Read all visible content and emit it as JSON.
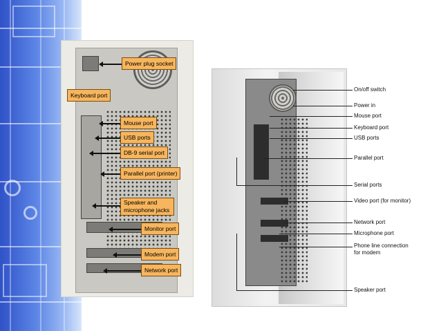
{
  "left_labels": [
    {
      "id": "power-plug-socket",
      "text": "Power plug socket"
    },
    {
      "id": "keyboard-port",
      "text": "Keyboard port"
    },
    {
      "id": "mouse-port",
      "text": "Mouse port"
    },
    {
      "id": "usb-ports",
      "text": "USB ports"
    },
    {
      "id": "db9-serial-port",
      "text": "DB-9 serial port"
    },
    {
      "id": "parallel-port",
      "text": "Parallel port (printer)"
    },
    {
      "id": "speaker-jacks",
      "text": "Speaker and microphone jacks"
    },
    {
      "id": "monitor-port",
      "text": "Monitor port"
    },
    {
      "id": "modem-port",
      "text": "Modem port"
    },
    {
      "id": "network-port",
      "text": "Network port"
    }
  ],
  "right_labels": [
    {
      "id": "on-off-switch",
      "text": "On/off switch"
    },
    {
      "id": "power-in",
      "text": "Power in"
    },
    {
      "id": "mouse-port",
      "text": "Mouse port"
    },
    {
      "id": "keyboard-port",
      "text": "Keyboard port"
    },
    {
      "id": "usb-ports",
      "text": "USB ports"
    },
    {
      "id": "parallel-port",
      "text": "Parallel port"
    },
    {
      "id": "serial-ports",
      "text": "Serial ports"
    },
    {
      "id": "video-port",
      "text": "Video port (for monitor)"
    },
    {
      "id": "network-port",
      "text": "Network port"
    },
    {
      "id": "microphone-port",
      "text": "Microphone port"
    },
    {
      "id": "phone-line",
      "text": "Phone line connection for modem"
    },
    {
      "id": "speaker-port",
      "text": "Speaker port"
    }
  ],
  "colors": {
    "label_fill": "#f7b55d",
    "strip_accent": "#3f64d6"
  }
}
